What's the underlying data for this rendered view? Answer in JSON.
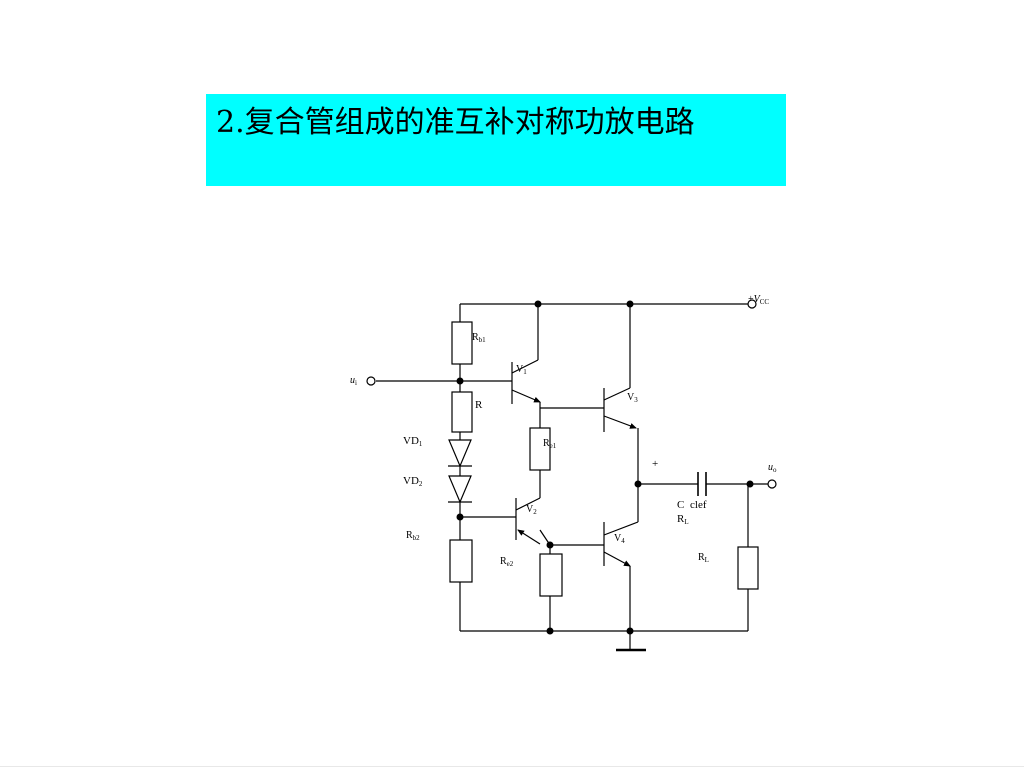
{
  "title": {
    "text": "2.复合管组成的准互补对称功放电路",
    "background": "#00ffff"
  },
  "labels": {
    "vcc_sign": "+",
    "vcc_main": "V",
    "vcc_sub": "CC",
    "ui_main": "u",
    "ui_sub": "i",
    "uo_main": "u",
    "uo_sub": "o",
    "rb1_main": "R",
    "rb1_sub": "b1",
    "r": "R",
    "re1_main": "R",
    "re1_sub": "e1",
    "vd1_main": "VD",
    "vd1_sub": "1",
    "vd2_main": "VD",
    "vd2_sub": "2",
    "rb2_main": "R",
    "rb2_sub": "b2",
    "re2_main": "R",
    "re2_sub": "e2",
    "v1_main": "V",
    "v1_sub": "1",
    "v2_main": "V",
    "v2_sub": "2",
    "v3_main": "V",
    "v3_sub": "3",
    "v4_main": "V",
    "v4_sub": "4",
    "plus": "+",
    "cap_c": "C",
    "cap_clef": "clef",
    "cap_rl_main": "R",
    "cap_rl_sub": "L",
    "rl_main": "R",
    "rl_sub": "L"
  },
  "colors": {
    "wire": "#000000",
    "component_fill": "#ffffff",
    "bottom_rule": "#e8e8e8"
  }
}
